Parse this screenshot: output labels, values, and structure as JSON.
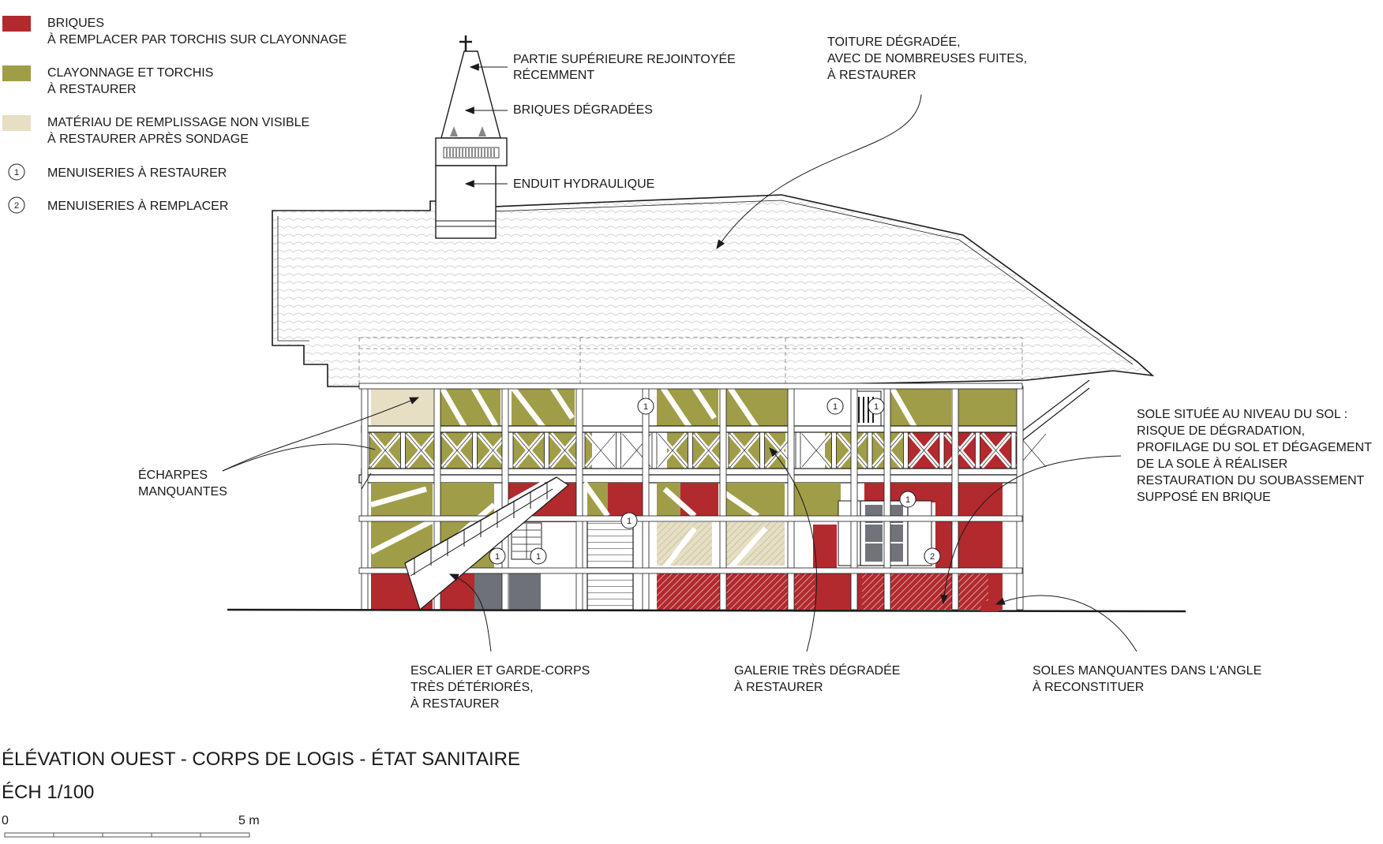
{
  "colors": {
    "brick": "#b22a2e",
    "wattle_daub": "#a09d48",
    "infill_unknown": "#e6dfc3",
    "gray_infill": "#6e7278",
    "line": "#1a1a1a"
  },
  "legend": [
    {
      "key": "brick",
      "lines": [
        "BRIQUES",
        "À REMPLACER PAR TORCHIS SUR CLAYONNAGE"
      ]
    },
    {
      "key": "wattle_daub",
      "lines": [
        "CLAYONNAGE ET TORCHIS",
        "À RESTAURER"
      ]
    },
    {
      "key": "infill_unknown",
      "lines": [
        "MATÉRIAU DE REMPLISSAGE NON VISIBLE",
        "À RESTAURER APRÈS SONDAGE"
      ]
    },
    {
      "key": "marker1",
      "symbol": "1",
      "lines": [
        "MENUISERIES À RESTAURER"
      ]
    },
    {
      "key": "marker2",
      "symbol": "2",
      "lines": [
        "MENUISERIES À REMPLACER"
      ]
    }
  ],
  "annotations": {
    "chimney_top": [
      "PARTIE SUPÉRIEURE REJOINTOYÉE",
      "RÉCEMMENT"
    ],
    "chimney_bricks": [
      "BRIQUES DÉGRADÉES"
    ],
    "chimney_render": [
      "ENDUIT HYDRAULIQUE"
    ],
    "roof": [
      "TOITURE DÉGRADÉE,",
      "AVEC DE NOMBREUSES FUITES,",
      "À RESTAURER"
    ],
    "sill": [
      "SOLE SITUÉE AU NIVEAU DU SOL :",
      "RISQUE DE DÉGRADATION,",
      "PROFILAGE DU SOL ET DÉGAGEMENT",
      "DE LA SOLE À RÉALISER",
      "RESTAURATION DU SOUBASSEMENT",
      "SUPPOSÉ EN BRIQUE"
    ],
    "braces": [
      "ÉCHARPES",
      "MANQUANTES"
    ],
    "stairs": [
      "ESCALIER ET GARDE-CORPS",
      "TRÈS DÉTÉRIORÉS,",
      "À RESTAURER"
    ],
    "gallery": [
      "GALERIE TRÈS DÉGRADÉE",
      "À RESTAURER"
    ],
    "missing_sills": [
      "SOLES MANQUANTES DANS L'ANGLE",
      "À RECONSTITUER"
    ]
  },
  "markers": [
    {
      "n": "1"
    },
    {
      "n": "1"
    },
    {
      "n": "1"
    },
    {
      "n": "1"
    },
    {
      "n": "1"
    },
    {
      "n": "1"
    },
    {
      "n": "1"
    },
    {
      "n": "2"
    }
  ],
  "title": "ÉLÉVATION OUEST - CORPS DE LOGIS - ÉTAT SANITAIRE",
  "scale_label": "ÉCH 1/100",
  "scale_bar": {
    "start": "0",
    "end": "5 m"
  }
}
